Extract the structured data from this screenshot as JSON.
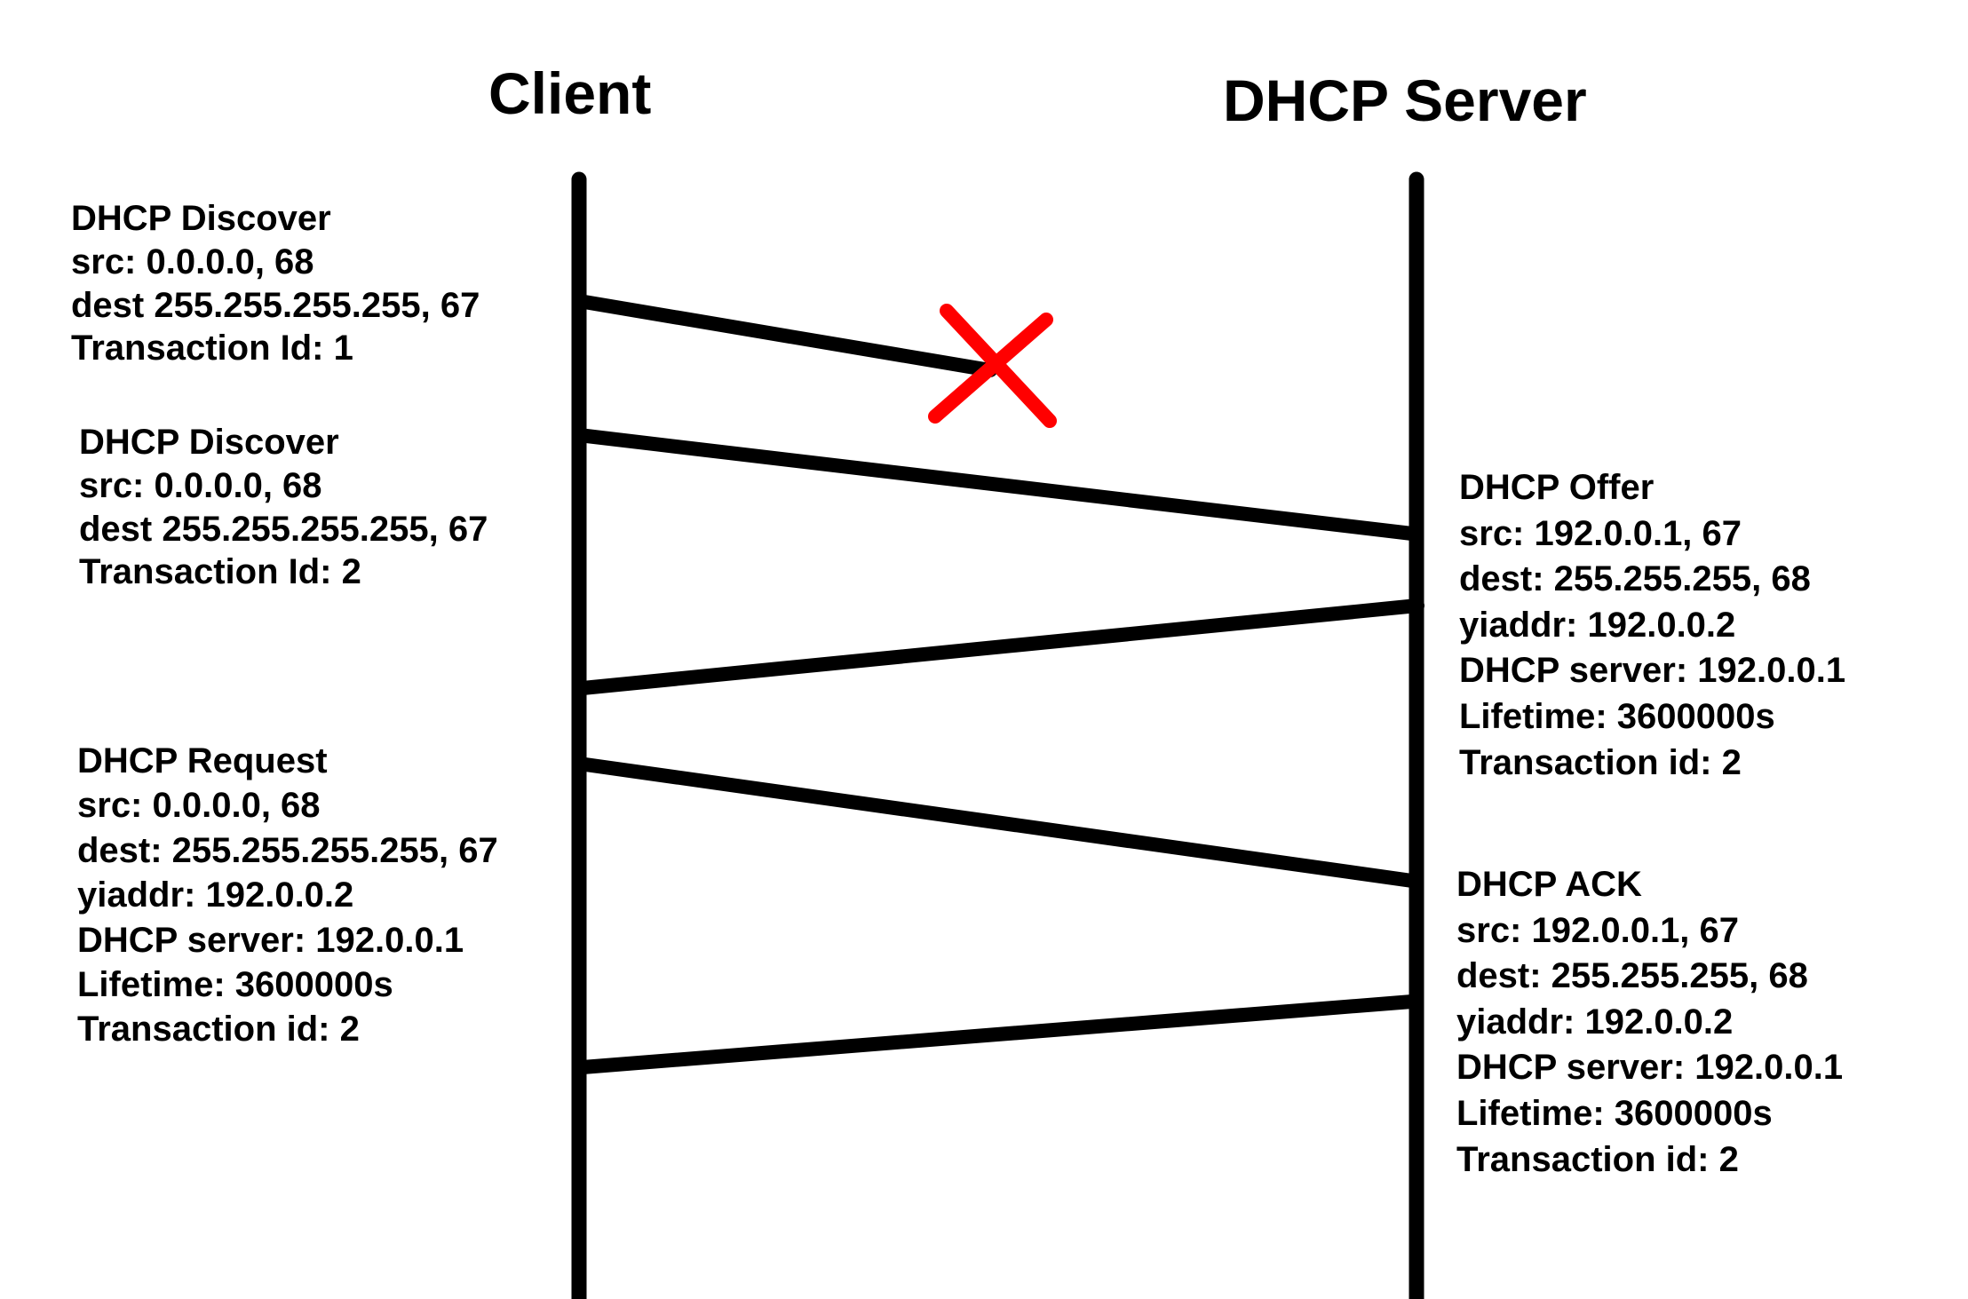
{
  "participants": {
    "client": "Client",
    "server": "DHCP Server"
  },
  "messages": [
    {
      "id": "discover-1",
      "direction": "client-to-server",
      "lost": true,
      "lines": [
        "DHCP Discover",
        "src: 0.0.0.0, 68",
        "dest 255.255.255.255, 67",
        "Transaction Id: 1"
      ]
    },
    {
      "id": "discover-2",
      "direction": "client-to-server",
      "lost": false,
      "lines": [
        "DHCP Discover",
        "src: 0.0.0.0, 68",
        "dest 255.255.255.255, 67",
        "Transaction Id: 2"
      ]
    },
    {
      "id": "offer",
      "direction": "server-to-client",
      "lost": false,
      "lines": [
        "DHCP Offer",
        "src: 192.0.0.1, 67",
        "dest: 255.255.255, 68",
        "yiaddr: 192.0.0.2",
        "DHCP server: 192.0.0.1",
        "Lifetime: 3600000s",
        "Transaction id: 2"
      ]
    },
    {
      "id": "request",
      "direction": "client-to-server",
      "lost": false,
      "lines": [
        "DHCP Request",
        "src: 0.0.0.0, 68",
        "dest: 255.255.255.255, 67",
        "yiaddr: 192.0.0.2",
        "DHCP server: 192.0.0.1",
        "Lifetime: 3600000s",
        "Transaction id: 2"
      ]
    },
    {
      "id": "ack",
      "direction": "server-to-client",
      "lost": false,
      "lines": [
        "DHCP ACK",
        "src: 192.0.0.1, 67",
        "dest: 255.255.255, 68",
        "yiaddr: 192.0.0.2",
        "DHCP server: 192.0.0.1",
        "Lifetime: 3600000s",
        "Transaction id: 2"
      ]
    }
  ],
  "colors": {
    "line": "#000000",
    "lost_marker": "#ff0000",
    "background": "#ffffff"
  },
  "icons": {
    "lost_marker": "x-mark-icon"
  }
}
